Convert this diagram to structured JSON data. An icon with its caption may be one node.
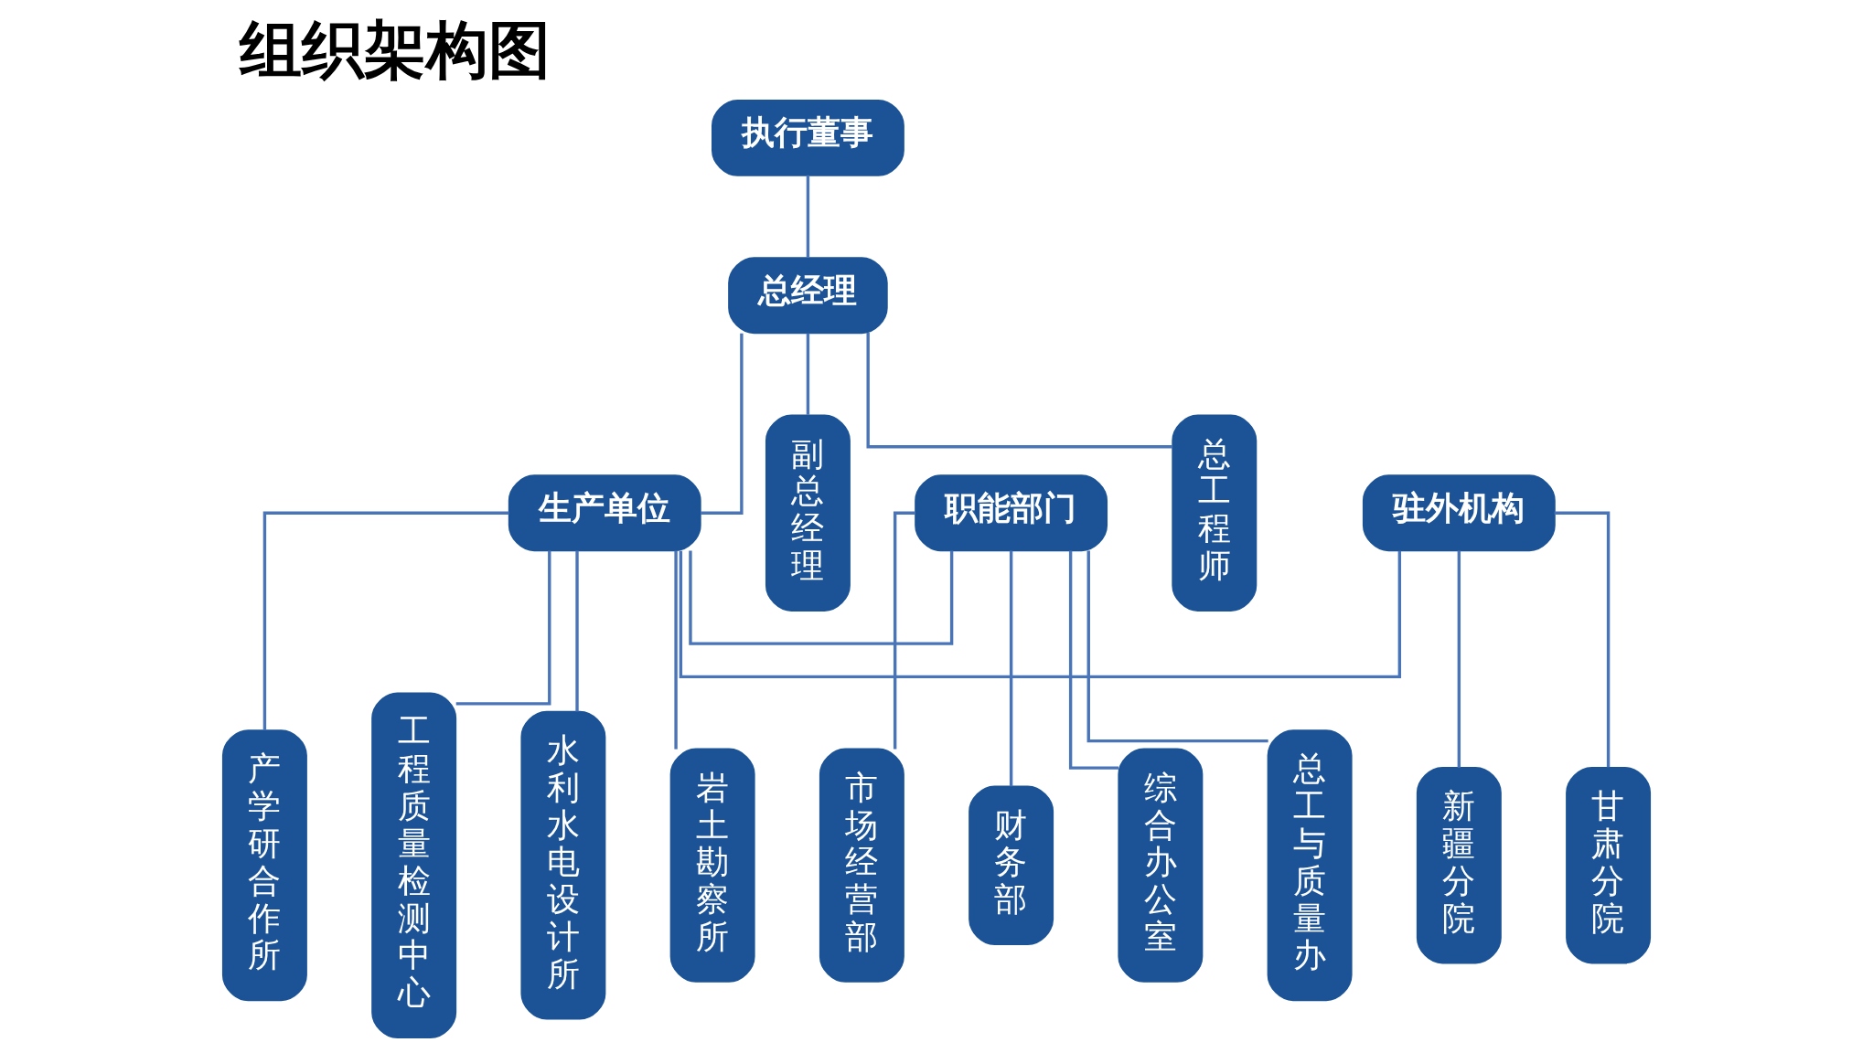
{
  "diagram": {
    "title": "组织架构图",
    "nodes": [
      {
        "text": [
          "执行董事"
        ]
      },
      {
        "text": [
          "总经理"
        ]
      },
      {
        "text": [
          "副总经理"
        ]
      },
      {
        "text": [
          "总工程师"
        ]
      },
      {
        "text": [
          "职能部门"
        ]
      },
      {
        "text": [
          "生产单位"
        ]
      },
      {
        "text": [
          "驻外机构"
        ]
      },
      {
        "text": [
          "综合办公室"
        ]
      },
      {
        "text": [
          "总工与质量办"
        ]
      },
      {
        "text": [
          "市场经营部"
        ]
      },
      {
        "text": [
          "财务部"
        ]
      },
      {
        "text": [
          "水利水电设计所"
        ]
      },
      {
        "text": [
          "岩土勘察所"
        ]
      },
      {
        "text": [
          "产学研合作所"
        ]
      },
      {
        "text": [
          "工程质量检测中心"
        ]
      },
      {
        "text": [
          "新疆分院"
        ]
      },
      {
        "text": [
          "甘肃分院"
        ]
      }
    ],
    "edges": [
      {
        "from": 0,
        "to": 1,
        "arrow": "none"
      },
      {
        "from": 1,
        "to": 2,
        "arrow": "none"
      },
      {
        "from": 1,
        "to": 3,
        "arrow": "none"
      },
      {
        "from": 1,
        "to": 5,
        "arrow": "none"
      },
      {
        "from": 5,
        "to": 4,
        "arrow": "none"
      },
      {
        "from": 5,
        "to": 6,
        "arrow": "none"
      },
      {
        "from": 4,
        "to": 7,
        "arrow": "none"
      },
      {
        "from": 4,
        "to": 8,
        "arrow": "none"
      },
      {
        "from": 4,
        "to": 9,
        "arrow": "none"
      },
      {
        "from": 4,
        "to": 10,
        "arrow": "none"
      },
      {
        "from": 5,
        "to": 11,
        "arrow": "none"
      },
      {
        "from": 5,
        "to": 12,
        "arrow": "none"
      },
      {
        "from": 5,
        "to": 13,
        "arrow": "none"
      },
      {
        "from": 5,
        "to": 14,
        "arrow": "none"
      },
      {
        "from": 6,
        "to": 15,
        "arrow": "none"
      },
      {
        "from": 6,
        "to": 16,
        "arrow": "none"
      }
    ]
  }
}
